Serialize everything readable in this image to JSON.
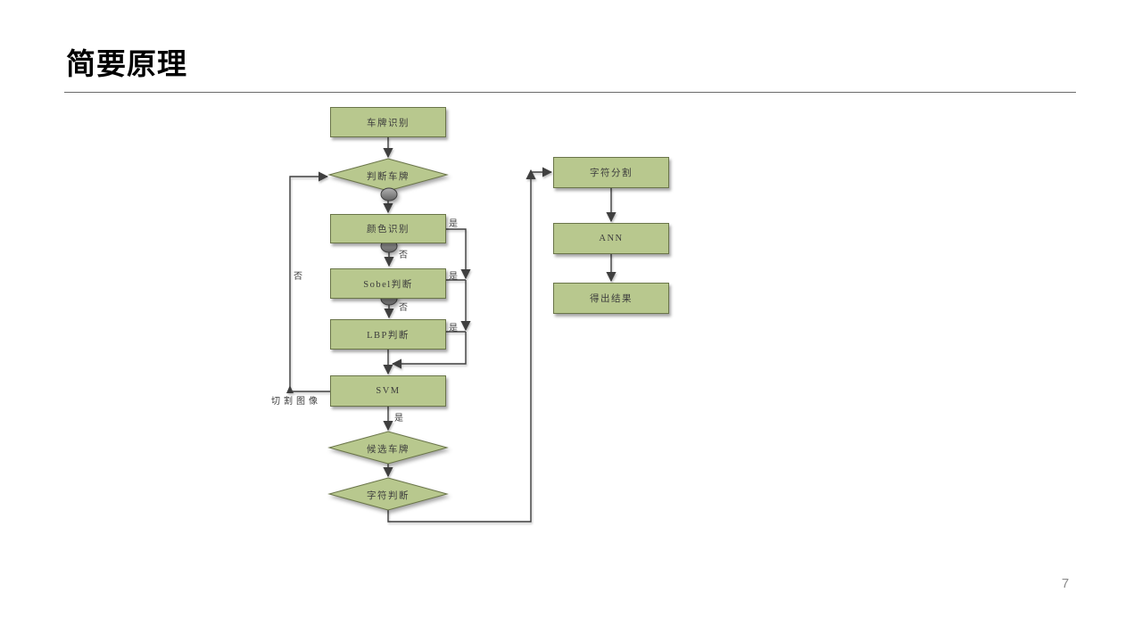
{
  "slide": {
    "title": "简要原理",
    "page_number": "7"
  },
  "flowchart": {
    "nodes": {
      "plate_recognition": "车牌识别",
      "judge_plate": "判断车牌",
      "color_recognition": "颜色识别",
      "sobel_judge": "Sobel判断",
      "lbp_judge": "LBP判断",
      "svm": "SVM",
      "candidate_plate": "候选车牌",
      "char_judge": "字符判断",
      "char_segmentation": "字符分割",
      "ann": "ANN",
      "result": "得出结果"
    },
    "edge_labels": {
      "yes": "是",
      "no": "否",
      "cut_image": "切割图像"
    },
    "colors": {
      "node_fill": "#b8c88e",
      "node_border": "#6a7549",
      "connector": "#3f3f3f",
      "title_color": "#000000",
      "page_number_color": "#8c8c8c"
    }
  }
}
